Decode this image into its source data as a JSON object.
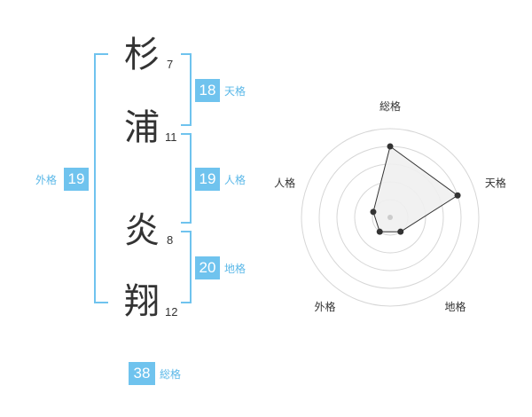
{
  "name": {
    "chars": [
      {
        "char": "杉",
        "strokes": "7"
      },
      {
        "char": "浦",
        "strokes": "11"
      },
      {
        "char": "炎",
        "strokes": "8"
      },
      {
        "char": "翔",
        "strokes": "12"
      }
    ]
  },
  "kakusu": {
    "gaikaku": {
      "value": "19",
      "label": "外格"
    },
    "tenkaku": {
      "value": "18",
      "label": "天格"
    },
    "jinkaku": {
      "value": "19",
      "label": "人格"
    },
    "chikaku": {
      "value": "20",
      "label": "地格"
    },
    "soukaku": {
      "value": "38",
      "label": "総格"
    }
  },
  "chart_data": {
    "type": "radar",
    "axes": [
      "総格",
      "天格",
      "地格",
      "外格",
      "人格"
    ],
    "values": [
      4,
      4,
      1,
      1,
      1
    ],
    "max": 5,
    "rings": 5
  },
  "colors": {
    "accent": "#6fc3ee",
    "accent_text": "#5bb8e8",
    "text": "#333333",
    "ring": "#d6d6d6",
    "radar_fill": "#efefef",
    "radar_line": "#333333",
    "center_dot": "#cccccc"
  }
}
